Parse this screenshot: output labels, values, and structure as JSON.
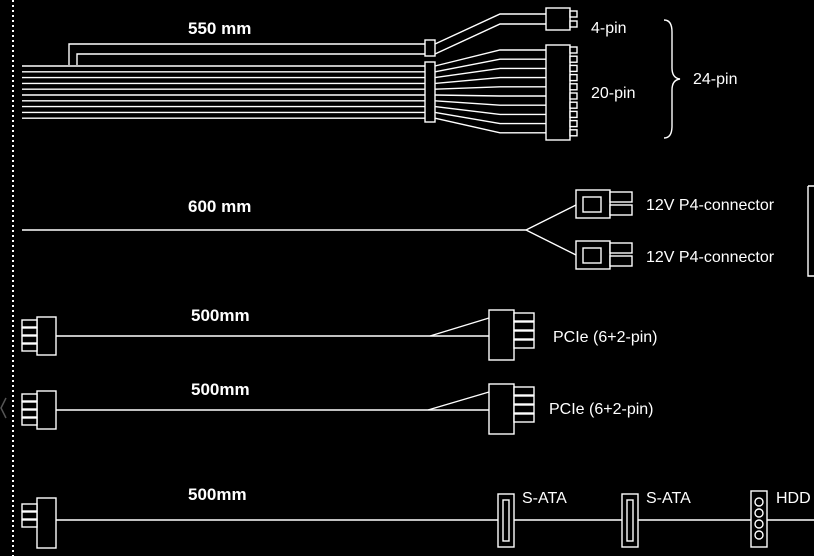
{
  "cable_24pin": {
    "length": "550 mm",
    "label_4pin": "4-pin",
    "label_20pin": "20-pin",
    "label_24pin": "24-pin"
  },
  "cable_p4": {
    "length": "600 mm",
    "label_1": "12V P4-connector",
    "label_2": "12V P4-connector"
  },
  "cable_pcie_1": {
    "length": "500mm",
    "label": "PCIe (6+2-pin)"
  },
  "cable_pcie_2": {
    "length": "500mm",
    "label": "PCIe (6+2-pin)"
  },
  "cable_sata": {
    "length": "500mm",
    "label_sata_1": "S-ATA",
    "label_sata_2": "S-ATA",
    "label_hdd": "HDD"
  },
  "colors": {
    "background": "#000000",
    "line": "#ffffff"
  }
}
